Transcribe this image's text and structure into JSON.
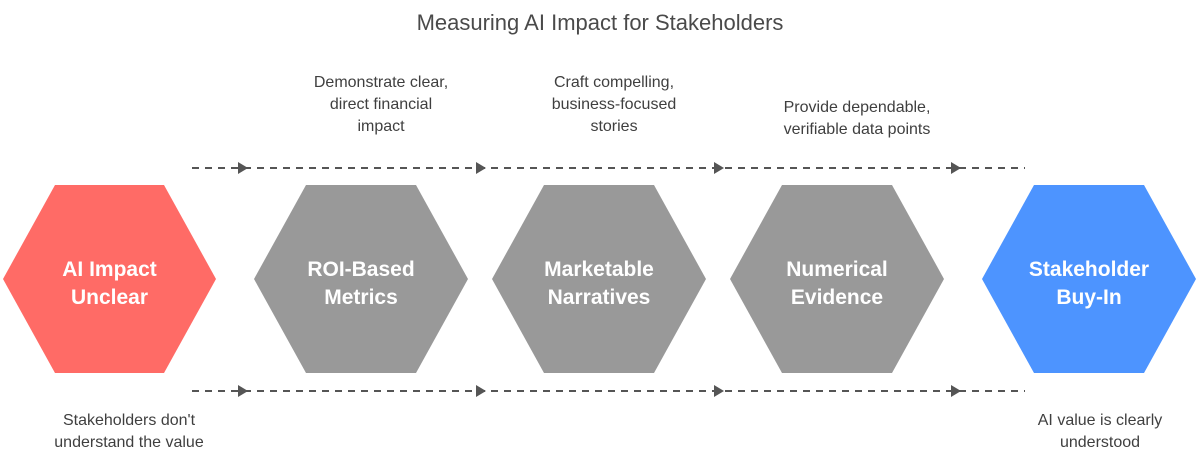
{
  "title": "Measuring AI Impact for Stakeholders",
  "stages": [
    {
      "line1": "AI Impact",
      "line2": "Unclear",
      "color": "#ff6b66"
    },
    {
      "line1": "ROI-Based",
      "line2": "Metrics",
      "color": "#999999"
    },
    {
      "line1": "Marketable",
      "line2": "Narratives",
      "color": "#999999"
    },
    {
      "line1": "Numerical",
      "line2": "Evidence",
      "color": "#999999"
    },
    {
      "line1": "Stakeholder",
      "line2": "Buy-In",
      "color": "#4d94ff"
    }
  ],
  "top_notes": [
    "Demonstrate clear,\ndirect financial\nimpact",
    "Craft compelling,\nbusiness-focused\nstories",
    "Provide dependable,\nverifiable data points"
  ],
  "bottom_notes": {
    "start": "Stakeholders don't\nunderstand the value",
    "end": "AI value is clearly\nunderstood"
  },
  "arrow_color": "#555555"
}
